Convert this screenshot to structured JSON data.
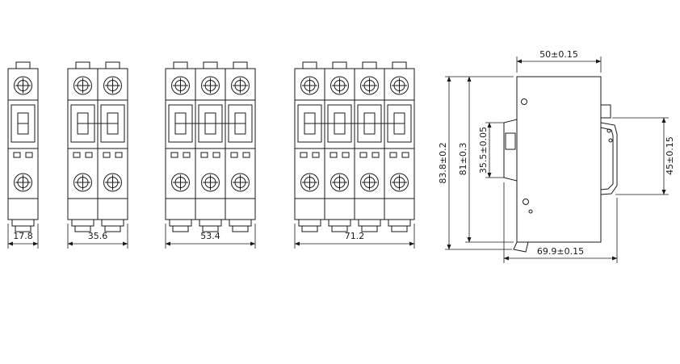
{
  "front_views": [
    {
      "poles": "1",
      "width_label": "17.8"
    },
    {
      "poles": "2",
      "width_label": "35.6"
    },
    {
      "poles": "3",
      "width_label": "53.4"
    },
    {
      "poles": "4",
      "width_label": "71.2"
    }
  ],
  "side_view": {
    "width_top": "50±0.15",
    "height_overall": "83.8±0.2",
    "height_body": "81±0.3",
    "height_front_section": "35.5±0.05",
    "rail_section_height": "45±0.15",
    "depth_overall": "69.9±0.15"
  },
  "colors": {
    "line": "#1a1a1a",
    "background": "#ffffff"
  }
}
